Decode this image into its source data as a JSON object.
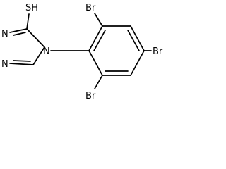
{
  "molecule": {
    "atoms": {
      "thiol": "SH",
      "n1": "N",
      "n2": "N",
      "n4": "N",
      "br_top": "Br",
      "br_right": "Br",
      "br_bottom": "Br"
    }
  }
}
